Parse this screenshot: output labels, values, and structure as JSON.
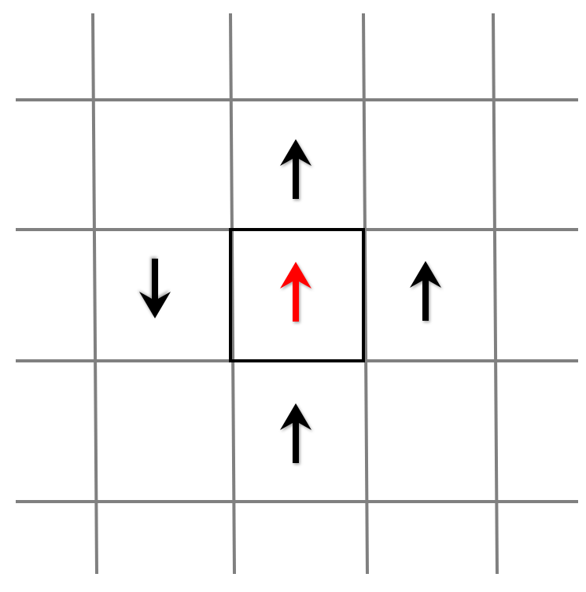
{
  "diagram": {
    "type": "lattice-spin-neighbors",
    "colors": {
      "background": "#ffffff",
      "grid_line": "#808080",
      "highlight_border": "#000000",
      "neighbor_arrow": "#000000",
      "center_arrow": "#ff0000"
    },
    "center_spin": {
      "direction": "up",
      "color": "#ff0000",
      "highlighted": true
    },
    "neighbor_spins": [
      {
        "position": "top",
        "direction": "up",
        "color": "#000000"
      },
      {
        "position": "left",
        "direction": "down",
        "color": "#000000"
      },
      {
        "position": "right",
        "direction": "up",
        "color": "#000000"
      },
      {
        "position": "bottom",
        "direction": "up",
        "color": "#000000"
      }
    ]
  }
}
